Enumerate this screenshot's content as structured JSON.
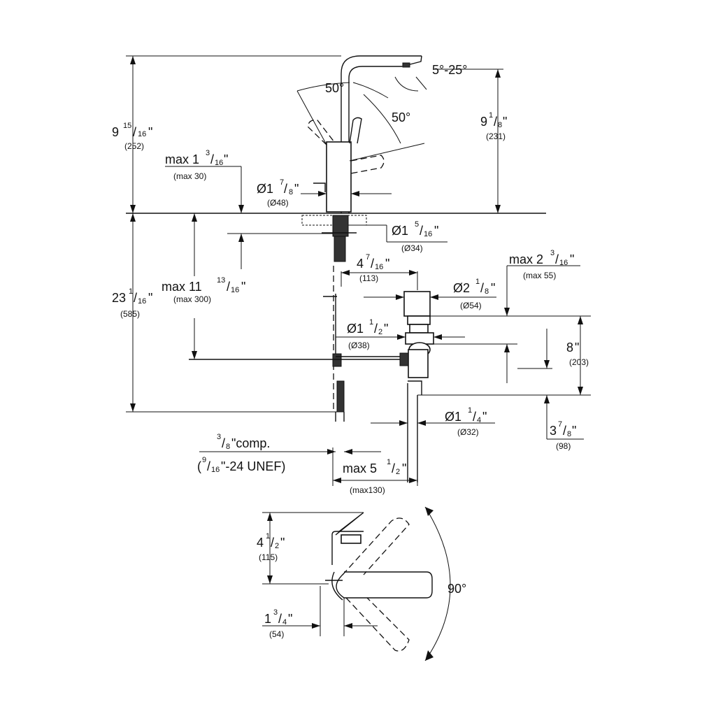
{
  "dimensions": {
    "spout_height": {
      "whole": "9",
      "num": "15",
      "den": "16",
      "unit": "\"",
      "metric": "(252)"
    },
    "outlet_height": {
      "whole": "9",
      "num": "1",
      "den": "8",
      "unit": "\"",
      "metric": "(231)"
    },
    "spout_tilt": {
      "text": "5°-25°"
    },
    "lever_angle_left": {
      "text": "50°"
    },
    "lever_angle_right": {
      "text": "50°"
    },
    "deck_thickness": {
      "prefix": "max 1",
      "num": "3",
      "den": "16",
      "unit": "\"",
      "metric": "(max 30)"
    },
    "body_diameter": {
      "prefix": "Ø1",
      "num": "7",
      "den": "8",
      "unit": "\"",
      "metric": "(Ø48)"
    },
    "hole_diameter": {
      "prefix": "Ø1",
      "num": "5",
      "den": "16",
      "unit": "\"",
      "metric": "(Ø34)"
    },
    "total_height": {
      "whole": "23",
      "num": "1",
      "den": "16",
      "unit": "\"",
      "metric": "(585)"
    },
    "max_below_deck": {
      "prefix": "max 11",
      "num": "13",
      "den": "16",
      "unit": "\"",
      "metric": "(max 300)"
    },
    "drain_offset": {
      "whole": "4",
      "num": "7",
      "den": "16",
      "unit": "\"",
      "metric": "(113)"
    },
    "drain_flange": {
      "prefix": "Ø2",
      "num": "1",
      "den": "8",
      "unit": "\"",
      "metric": "(Ø54)"
    },
    "max_drain_thickness": {
      "prefix": "max 2",
      "num": "3",
      "den": "16",
      "unit": "\"",
      "metric": "(max 55)"
    },
    "drain_body": {
      "prefix": "Ø1",
      "num": "1",
      "den": "2",
      "unit": "\"",
      "metric": "(Ø38)"
    },
    "drain_length": {
      "whole": "8",
      "unit": " \"",
      "metric": "(203)"
    },
    "tailpiece": {
      "prefix": "Ø1",
      "num": "1",
      "den": "4",
      "unit": "\"",
      "metric": "(Ø32)"
    },
    "tailpiece_rise": {
      "whole": "3",
      "num": "7",
      "den": "8",
      "unit": "\"",
      "metric": "(98)"
    },
    "connection": {
      "num": "3",
      "den": "8",
      "suffix": "\"comp.",
      "line2_num": "9",
      "line2_den": "16",
      "line2_suffix": "\"-24 UNEF)",
      "line2_prefix": "("
    },
    "max_reach_below": {
      "prefix": "max 5",
      "num": "1",
      "den": "2",
      "unit": "\"",
      "metric": "(max130)"
    },
    "lever_reach": {
      "whole": "4",
      "num": "1",
      "den": "2",
      "unit": "\"",
      "metric": "(115)"
    },
    "lever_offset": {
      "whole": "1",
      "num": "3",
      "den": "4",
      "unit": "\"",
      "metric": "(54)"
    },
    "swivel_angle": {
      "text": "90°"
    }
  }
}
